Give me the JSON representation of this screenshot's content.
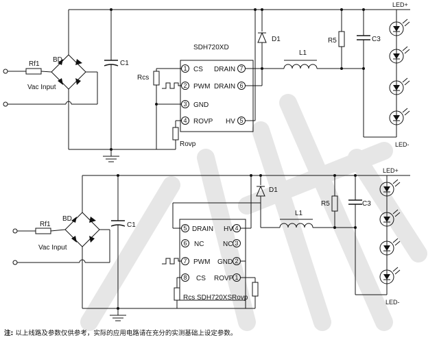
{
  "top": {
    "ic_name": "SDH720XD",
    "pins_left": [
      {
        "num": "1",
        "name": "CS"
      },
      {
        "num": "2",
        "name": "PWM"
      },
      {
        "num": "3",
        "name": "GND"
      },
      {
        "num": "4",
        "name": "ROVP"
      }
    ],
    "pins_right": [
      {
        "num": "7",
        "name": "DRAIN"
      },
      {
        "num": "6",
        "name": "DRAIN"
      },
      {
        "num": "5",
        "name": "HV"
      }
    ],
    "rf": "Rf1",
    "bd": "BD",
    "c1": "C1",
    "vac": "Vac Input",
    "rcs": "Rcs",
    "rovp": "Rovp",
    "d1": "D1",
    "l1": "L1",
    "r5": "R5",
    "c3": "C3",
    "led_plus": "LED+",
    "led_minus": "LED-"
  },
  "bottom": {
    "ic_name": "SDH720XS",
    "pins_left": [
      {
        "num": "5",
        "name": "DRAIN"
      },
      {
        "num": "6",
        "name": "NC"
      },
      {
        "num": "7",
        "name": "PWM"
      },
      {
        "num": "8",
        "name": "CS"
      }
    ],
    "pins_right": [
      {
        "num": "4",
        "name": "HV"
      },
      {
        "num": "3",
        "name": "NC"
      },
      {
        "num": "2",
        "name": "GND"
      },
      {
        "num": "1",
        "name": "ROVP"
      }
    ],
    "rf": "Rf1",
    "bd": "BD",
    "c1": "C1",
    "vac": "Vac Input",
    "rcs": "Rcs",
    "rovp": "Rovp",
    "d1": "D1",
    "l1": "L1",
    "r5": "R5",
    "c3": "C3",
    "led_plus": "LED+",
    "led_minus": "LED-"
  },
  "note": {
    "prefix": "注:",
    "text": "以上线路及参数仅供参考，实际的应用电路请在充分的实测基础上设定参数。"
  }
}
